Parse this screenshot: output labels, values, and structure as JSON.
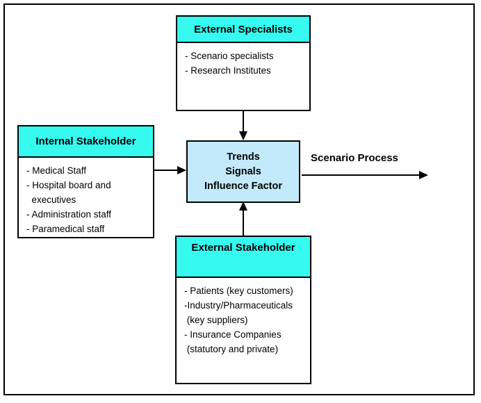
{
  "colors": {
    "header-fill": "#36F9F0",
    "center-fill": "#C2EAFB",
    "border": "#000000"
  },
  "diagram": {
    "top_box": {
      "title": "External Specialists",
      "items": [
        "- Scenario specialists",
        "- Research Institutes"
      ]
    },
    "left_box": {
      "title": "Internal Stakeholder",
      "items": [
        "- Medical Staff",
        "- Hospital board and",
        "  executives",
        "- Administration staff",
        "- Paramedical staff"
      ]
    },
    "center_box": {
      "lines": [
        "Trends",
        "Signals",
        "Influence Factor"
      ]
    },
    "bottom_box": {
      "title": "External Stakeholder",
      "items": [
        "- Patients (key customers)",
        "-Industry/Pharmaceuticals",
        " (key suppliers)",
        "- Insurance Companies",
        " (statutory and private)"
      ]
    },
    "right_label": "Scenario Process"
  }
}
